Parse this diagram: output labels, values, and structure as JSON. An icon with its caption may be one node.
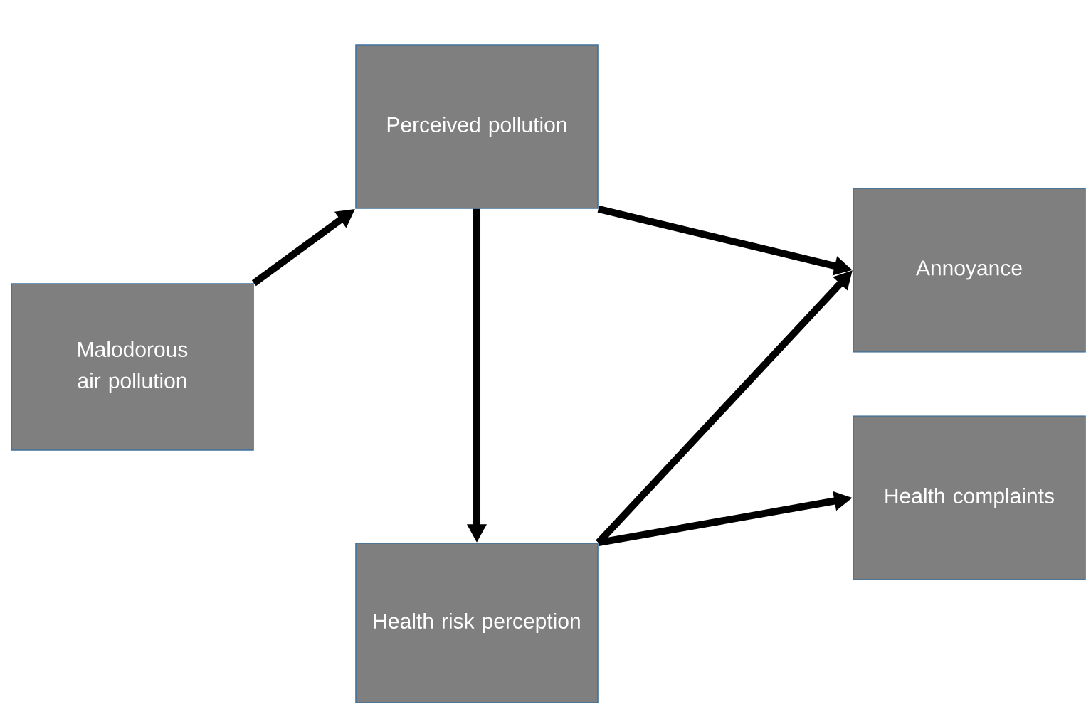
{
  "diagram": {
    "nodes": [
      {
        "text": [
          "Malodorous air pollution"
        ]
      },
      {
        "text": [
          "Perceived pollution"
        ]
      },
      {
        "text": [
          "Annoyance"
        ]
      },
      {
        "text": [
          "Health complaints"
        ]
      },
      {
        "text": [
          "Health risk perception"
        ]
      }
    ],
    "edges": [
      {
        "from": 0,
        "to": 1,
        "arrow": "to"
      },
      {
        "from": 1,
        "to": 2,
        "arrow": "to"
      },
      {
        "from": 1,
        "to": 4,
        "arrow": "to"
      },
      {
        "from": 4,
        "to": 2,
        "arrow": "to"
      },
      {
        "from": 4,
        "to": 3,
        "arrow": "to"
      }
    ]
  }
}
